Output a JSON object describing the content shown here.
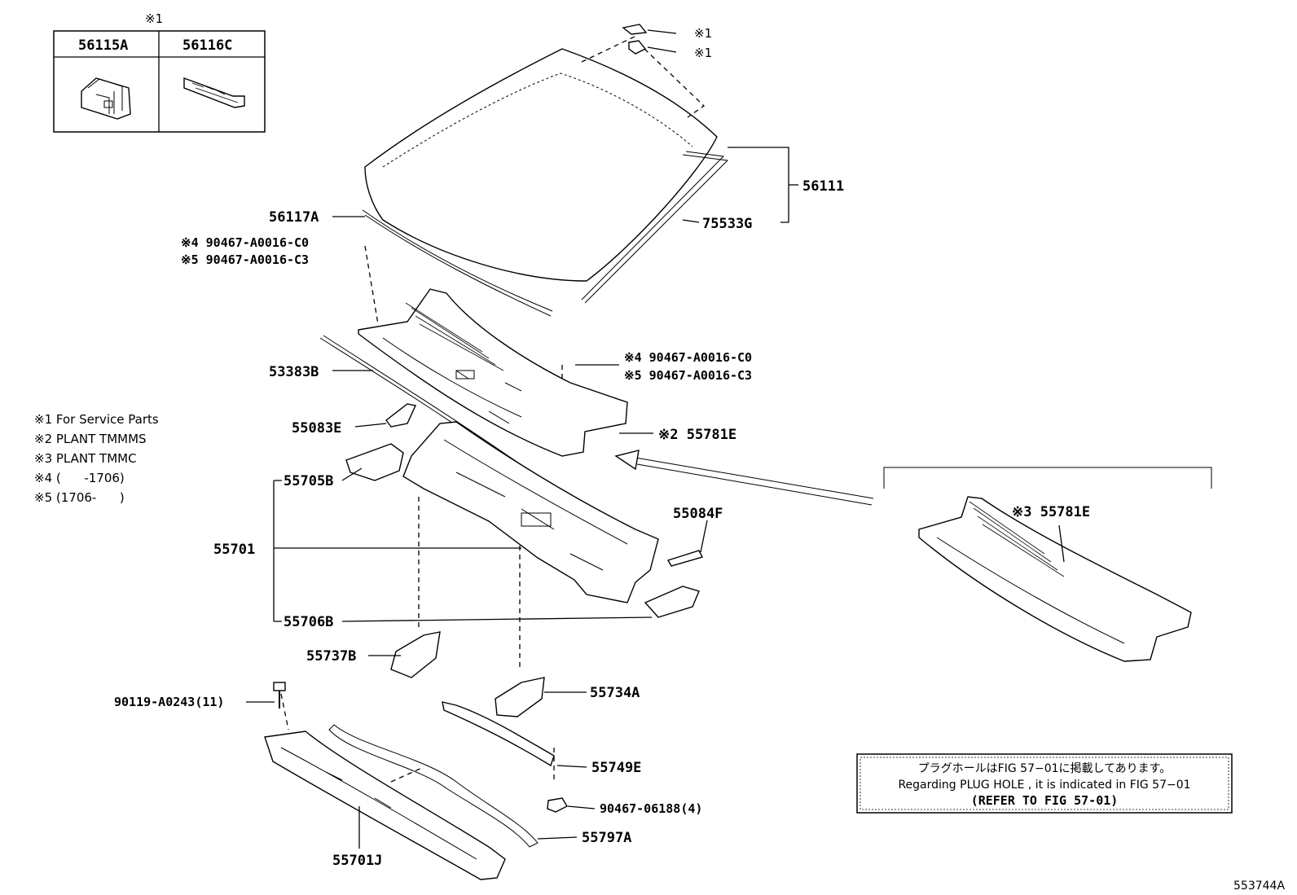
{
  "inset_box": {
    "header_mark": "※1",
    "col1": "56115A",
    "col2": "56116C"
  },
  "legend": [
    "※1 For Service Parts",
    "※2 PLANT TMMMS",
    "※3 PLANT TMMC",
    "※4 (      -1706)",
    "※5 (1706-      )"
  ],
  "labels": {
    "clip_a_mark": "※1",
    "clip_b_mark": "※1",
    "p56111": "56111",
    "p56117A": "56117A",
    "p75533G": "75533G",
    "f1_line1": "※4 90467-A0016-C0",
    "f1_line2": "※5 90467-A0016-C3",
    "f2_line1": "※4 90467-A0016-C0",
    "f2_line2": "※5 90467-A0016-C3",
    "p53383B": "53383B",
    "p55083E": "55083E",
    "p55781E_2": "※2 55781E",
    "p55781E_3": "※3 55781E",
    "p55705B": "55705B",
    "p55084F": "55084F",
    "p55701": "55701",
    "p55706B": "55706B",
    "p55737B": "55737B",
    "p55734A": "55734A",
    "p90119": "90119-A0243(11)",
    "p55749E": "55749E",
    "p90467_06188": "90467-06188(4)",
    "p55797A": "55797A",
    "p55701J": "55701J",
    "fig_number": "553744A"
  },
  "note_box": {
    "line1": "プラグホールはFIG 57−01に掲載してあります。",
    "line2": "Regarding PLUG HOLE , it is indicated in FIG 57−01",
    "line3": "(REFER TO FIG 57-01)"
  }
}
